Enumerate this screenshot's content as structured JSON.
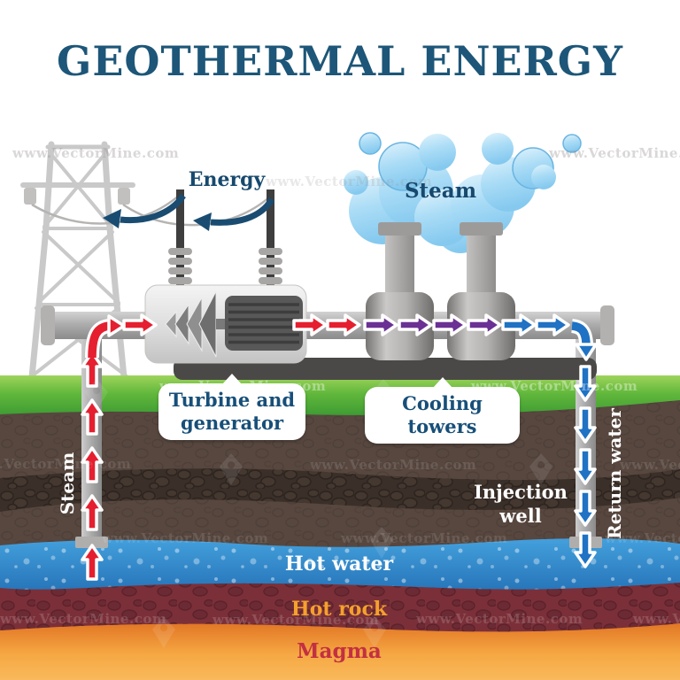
{
  "title": "GEOTHERMAL ENERGY",
  "top_labels": {
    "energy": "Energy",
    "steam": "Steam"
  },
  "callouts": {
    "turbine": {
      "line1": "Turbine and",
      "line2": "generator"
    },
    "cooling": {
      "line1": "Cooling",
      "line2": "towers"
    }
  },
  "underground_labels": {
    "steam_well": "Steam",
    "injection_line1": "Injection",
    "injection_line2": "well",
    "return_water": "Return water",
    "hot_water": "Hot water",
    "hot_rock": "Hot rock",
    "magma": "Magma"
  },
  "watermark": {
    "text": "www.VectorMine.com",
    "logo": "vectormine-pen-logo"
  },
  "colors": {
    "title_navy": "#1d5678",
    "label_navy": "#17496e",
    "steam_arrow_red": "#e51f2f",
    "cooling_arrow_purple": "#6b3094",
    "water_arrow_blue": "#1f72c4",
    "energy_arrow_navy": "#1a4c71",
    "grass_green": "#62b83c",
    "soil_brown": "#57473f",
    "water_blue": "#2e87ca",
    "hot_rock_maroon": "#7b3039",
    "magma_orange": "#f6a843",
    "hot_rock_label_orange": "#f5a12d",
    "magma_label_red": "#c23042",
    "steam_cloud_blue": "#8ecdf1",
    "pipe_gray": "#adadad"
  }
}
